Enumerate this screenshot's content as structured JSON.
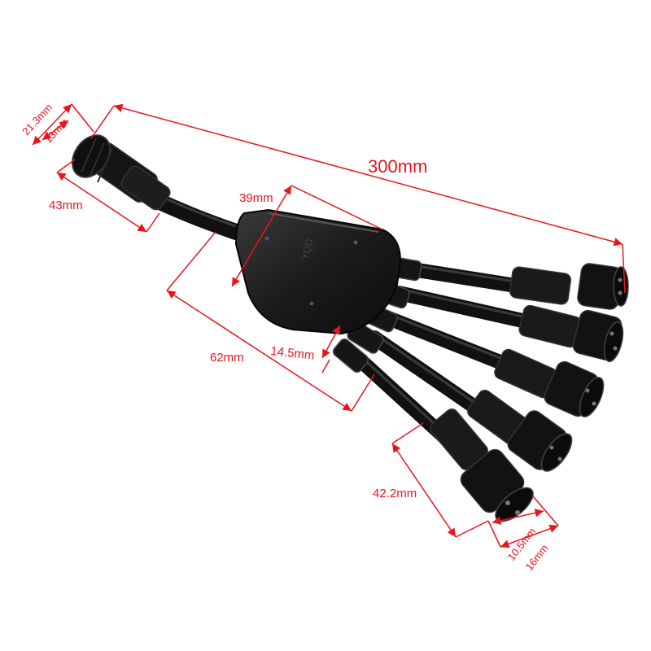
{
  "colors": {
    "dimension": "#e8151b",
    "cable": "#111111",
    "body": "#1b1b1b",
    "highlight": "#3a3a3a",
    "background": "#ffffff"
  },
  "dimensions": {
    "overall_length": "300mm",
    "input_outer_diameter": "21.3mm",
    "input_inner_diameter": "13mm",
    "input_connector_length": "43mm",
    "splitter_width": "39mm",
    "splitter_length": "62mm",
    "splitter_thickness": "14.5mm",
    "output_connector_length": "42.2mm",
    "output_inner_diameter": "10.5mm",
    "output_outer_diameter": "16mm"
  },
  "product": {
    "description_icon": "y-splitter-cable-1-to-5",
    "outputs": 5
  }
}
